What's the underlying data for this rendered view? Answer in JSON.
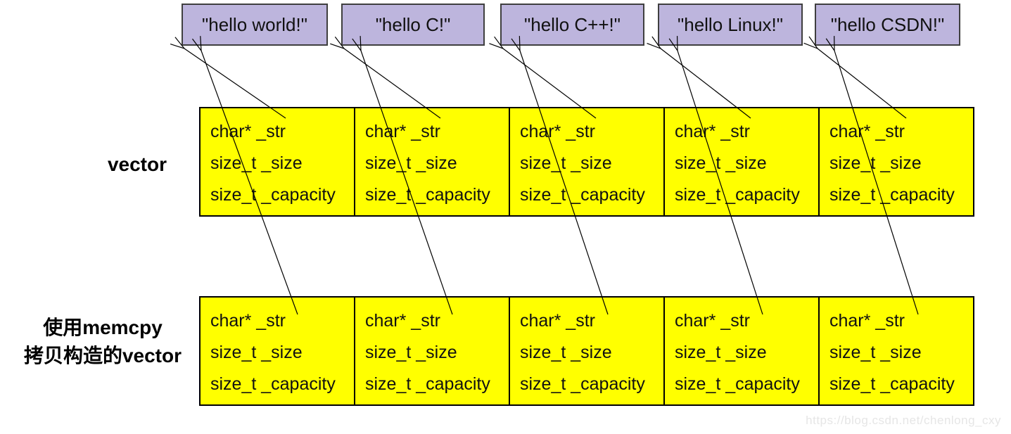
{
  "colors": {
    "string_box_fill": "#bdb5dd",
    "string_box_border": "#3f3f3f",
    "struct_box_fill": "#ffff00",
    "struct_box_border": "#000000",
    "arrow": "#000000",
    "watermark": "#e6e6e6"
  },
  "string_boxes": [
    "\"hello world!\"",
    "\"hello C!\"",
    "\"hello C++!\"",
    "\"hello Linux!\"",
    "\"hello CSDN!\""
  ],
  "vector_row": {
    "label": "vector",
    "boxes": [
      {
        "fields": [
          "char* _str",
          "size_t _size",
          "size_t _capacity"
        ]
      },
      {
        "fields": [
          "char* _str",
          "size_t _size",
          "size_t _capacity"
        ]
      },
      {
        "fields": [
          "char* _str",
          "size_t _size",
          "size_t _capacity"
        ]
      },
      {
        "fields": [
          "char* _str",
          "size_t _size",
          "size_t _capacity"
        ]
      },
      {
        "fields": [
          "char* _str",
          "size_t _size",
          "size_t _capacity"
        ]
      }
    ]
  },
  "memcpy_row": {
    "label_lines": [
      "使用memcpy",
      "拷贝构造的vector"
    ],
    "boxes": [
      {
        "fields": [
          "char* _str",
          "size_t _size",
          "size_t _capacity"
        ]
      },
      {
        "fields": [
          "char* _str",
          "size_t _size",
          "size_t _capacity"
        ]
      },
      {
        "fields": [
          "char* _str",
          "size_t _size",
          "size_t _capacity"
        ]
      },
      {
        "fields": [
          "char* _str",
          "size_t _size",
          "size_t _capacity"
        ]
      },
      {
        "fields": [
          "char* _str",
          "size_t _size",
          "size_t _capacity"
        ]
      }
    ]
  },
  "watermark": "https://blog.csdn.net/chenlong_cxy"
}
